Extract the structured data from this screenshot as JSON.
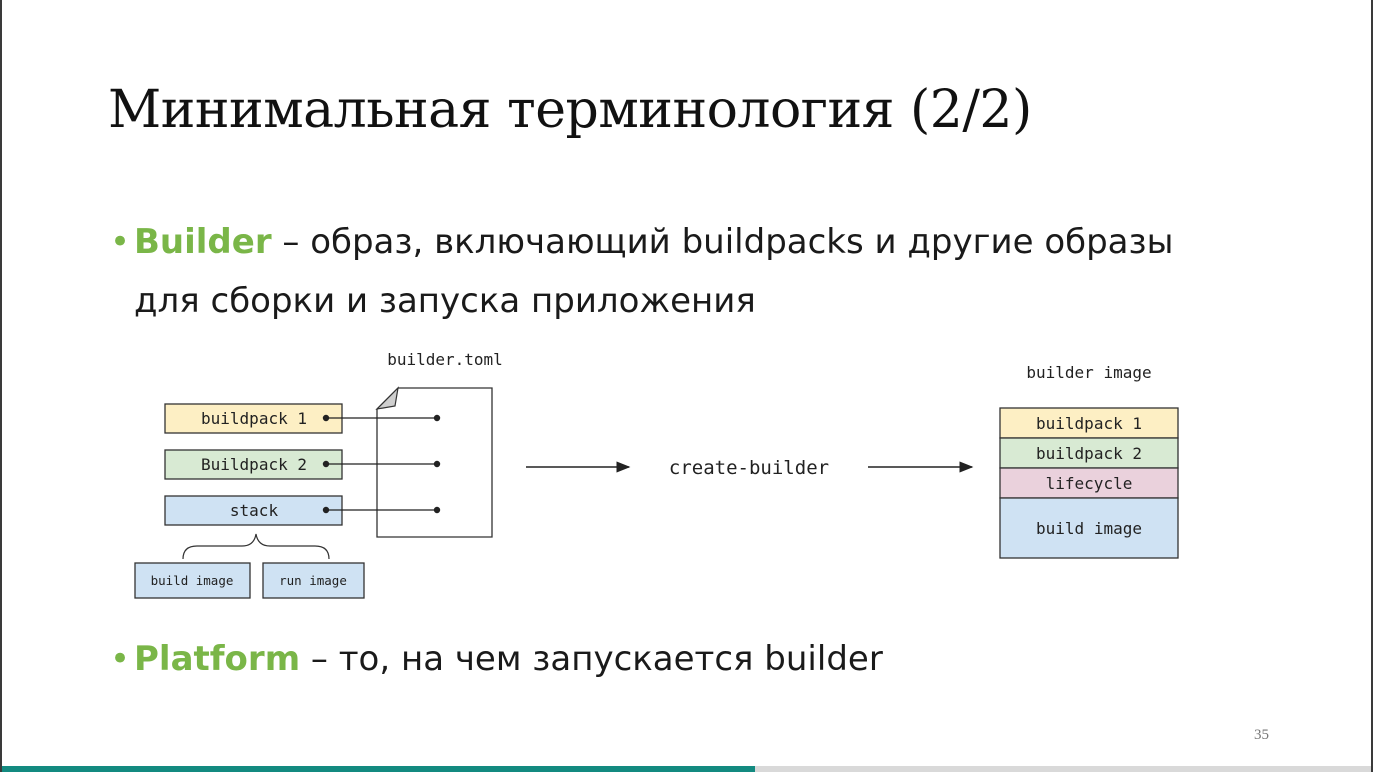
{
  "slide": {
    "title": "Минимальная терминология (2/2)",
    "page_number": "35",
    "progress": 0.55
  },
  "bullets": [
    {
      "marker": "•",
      "term": "Builder",
      "text_line1": " – образ, включающий buildpacks и другие образы",
      "text_line2": "для сборки и запуска приложения"
    },
    {
      "marker": "•",
      "term": "Platform",
      "text_line1": " – то, на чем запускается builder"
    }
  ],
  "diagram": {
    "toml_label": "builder.toml",
    "inputs": [
      "buildpack 1",
      "Buildpack 2",
      "stack"
    ],
    "stack_parts": [
      "build image",
      "run image"
    ],
    "process_label": "create-builder",
    "output_label": "builder image",
    "output_layers": [
      "buildpack 1",
      "buildpack 2",
      "lifecycle",
      "build image"
    ]
  },
  "colors": {
    "accent_green": "#7ab648",
    "buildpack1_fill": "#fdefc4",
    "buildpack2_fill": "#d8ead3",
    "stack_fill": "#cfe2f3",
    "lifecycle_fill": "#ead1dc",
    "progress_fill": "#138a80"
  }
}
